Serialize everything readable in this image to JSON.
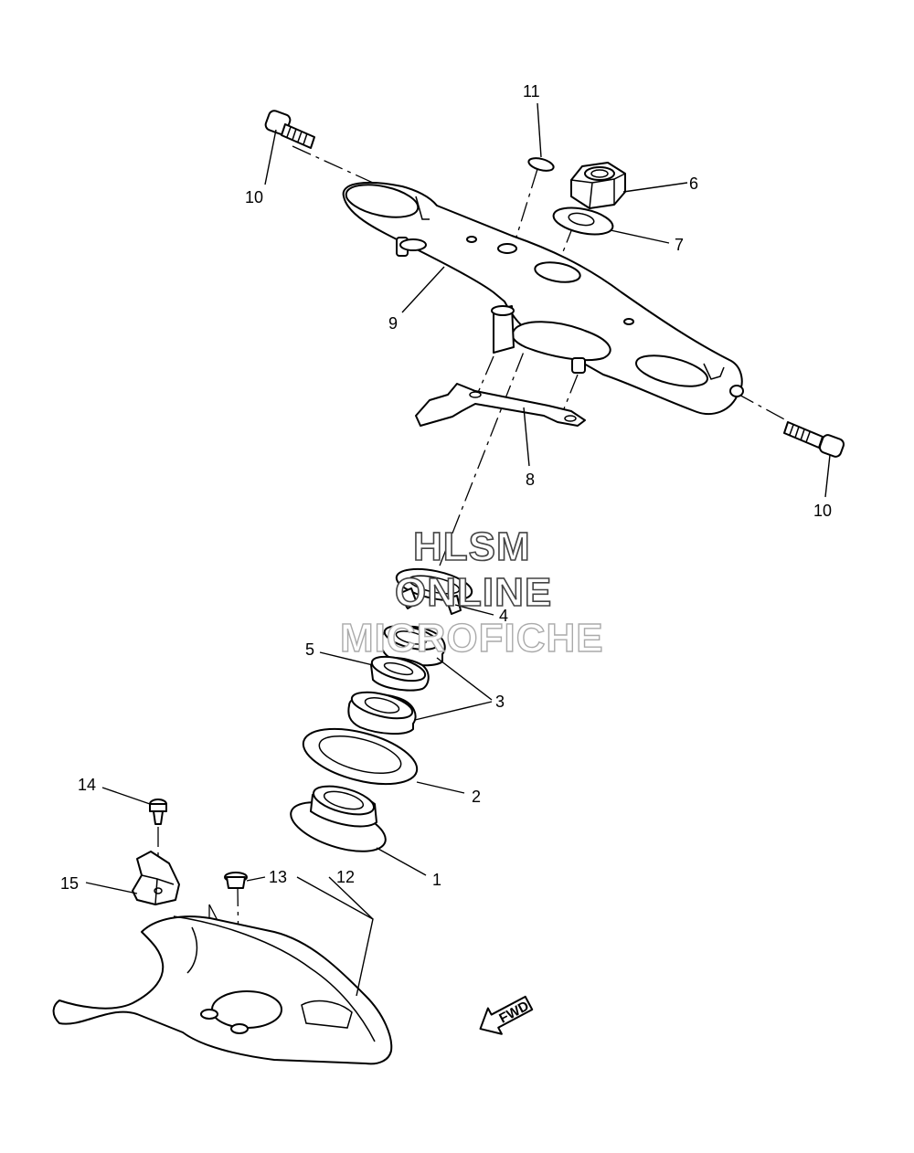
{
  "callouts": {
    "c1": "1",
    "c2": "2",
    "c3": "3",
    "c4": "4",
    "c5": "5",
    "c6": "6",
    "c7": "7",
    "c8": "8",
    "c9": "9",
    "c10a": "10",
    "c10b": "10",
    "c11": "11",
    "c12": "12",
    "c13": "13",
    "c14": "14",
    "c15": "15"
  },
  "watermark": {
    "line1": "HLSM",
    "line2": "ONLINE",
    "line3": "MICROFICHE"
  },
  "direction_arrow": {
    "label": "FWD",
    "icon": "fwd-arrow-icon"
  }
}
